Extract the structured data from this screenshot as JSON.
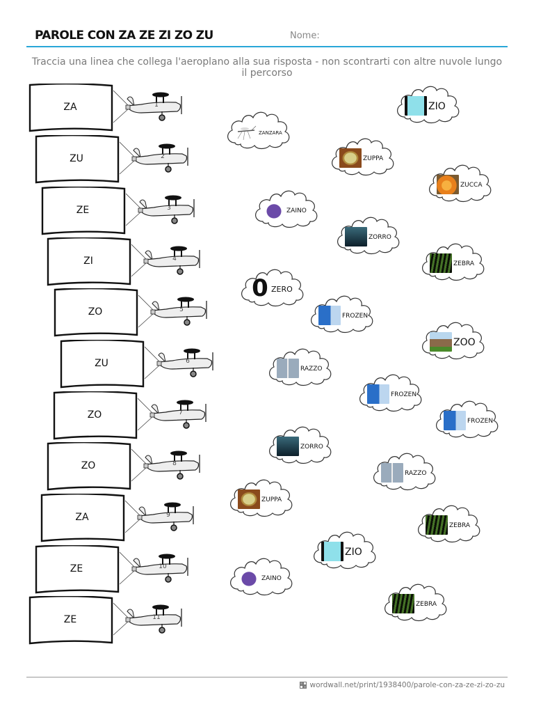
{
  "header": {
    "title": "PAROLE CON ZA ZE ZI ZO ZU",
    "name_label": "Nome:",
    "accent_color": "#29a7d8"
  },
  "instructions": "Traccia una linea che collega l'aeroplano alla sua risposta - non scontrarti con altre nuvole lungo il percorso",
  "planes": [
    {
      "number": "1",
      "syllable": "ZA"
    },
    {
      "number": "2",
      "syllable": "ZU"
    },
    {
      "number": "3",
      "syllable": "ZE"
    },
    {
      "number": "4",
      "syllable": "ZI"
    },
    {
      "number": "5",
      "syllable": "ZO"
    },
    {
      "number": "6",
      "syllable": "ZU"
    },
    {
      "number": "7",
      "syllable": "ZO"
    },
    {
      "number": "8",
      "syllable": "ZO"
    },
    {
      "number": "9",
      "syllable": "ZA"
    },
    {
      "number": "10",
      "syllable": "ZE"
    },
    {
      "number": "11",
      "syllable": "ZE"
    }
  ],
  "clouds": [
    {
      "word": "ZIO",
      "picture": "cartoon-uncle-image"
    },
    {
      "word": "ZANZARA",
      "picture": "mosquito-image"
    },
    {
      "word": "ZUPPA",
      "picture": "soup-bowl-image"
    },
    {
      "word": "ZUCCA",
      "picture": "pumpkin-image"
    },
    {
      "word": "ZAINO",
      "picture": "backpack-image"
    },
    {
      "word": "ZORRO",
      "picture": "zorro-image"
    },
    {
      "word": "ZEBRA",
      "picture": "zebra-image"
    },
    {
      "word": "ZERO",
      "picture": "zero-digit",
      "glyph": "0"
    },
    {
      "word": "FROZEN",
      "picture": "frozen-elsa-image"
    },
    {
      "word": "ZOO",
      "picture": "zoo-image"
    },
    {
      "word": "RAZZO",
      "picture": "rocket-image"
    },
    {
      "word": "FROZEN",
      "picture": "frozen-elsa-image"
    },
    {
      "word": "FROZEN",
      "picture": "frozen-elsa-image"
    },
    {
      "word": "ZORRO",
      "picture": "zorro-image"
    },
    {
      "word": "RAZZO",
      "picture": "rocket-image"
    },
    {
      "word": "ZUPPA",
      "picture": "soup-bowl-image"
    },
    {
      "word": "ZEBRA",
      "picture": "zebra-image"
    },
    {
      "word": "ZIO",
      "picture": "cartoon-uncle-image"
    },
    {
      "word": "ZAINO",
      "picture": "backpack-image"
    },
    {
      "word": "ZEBRA",
      "picture": "zebra-image"
    }
  ],
  "footer": {
    "url": "wordwall.net/print/1938400/parole-con-za-ze-zi-zo-zu",
    "icon": "wordwall-logo-icon"
  }
}
